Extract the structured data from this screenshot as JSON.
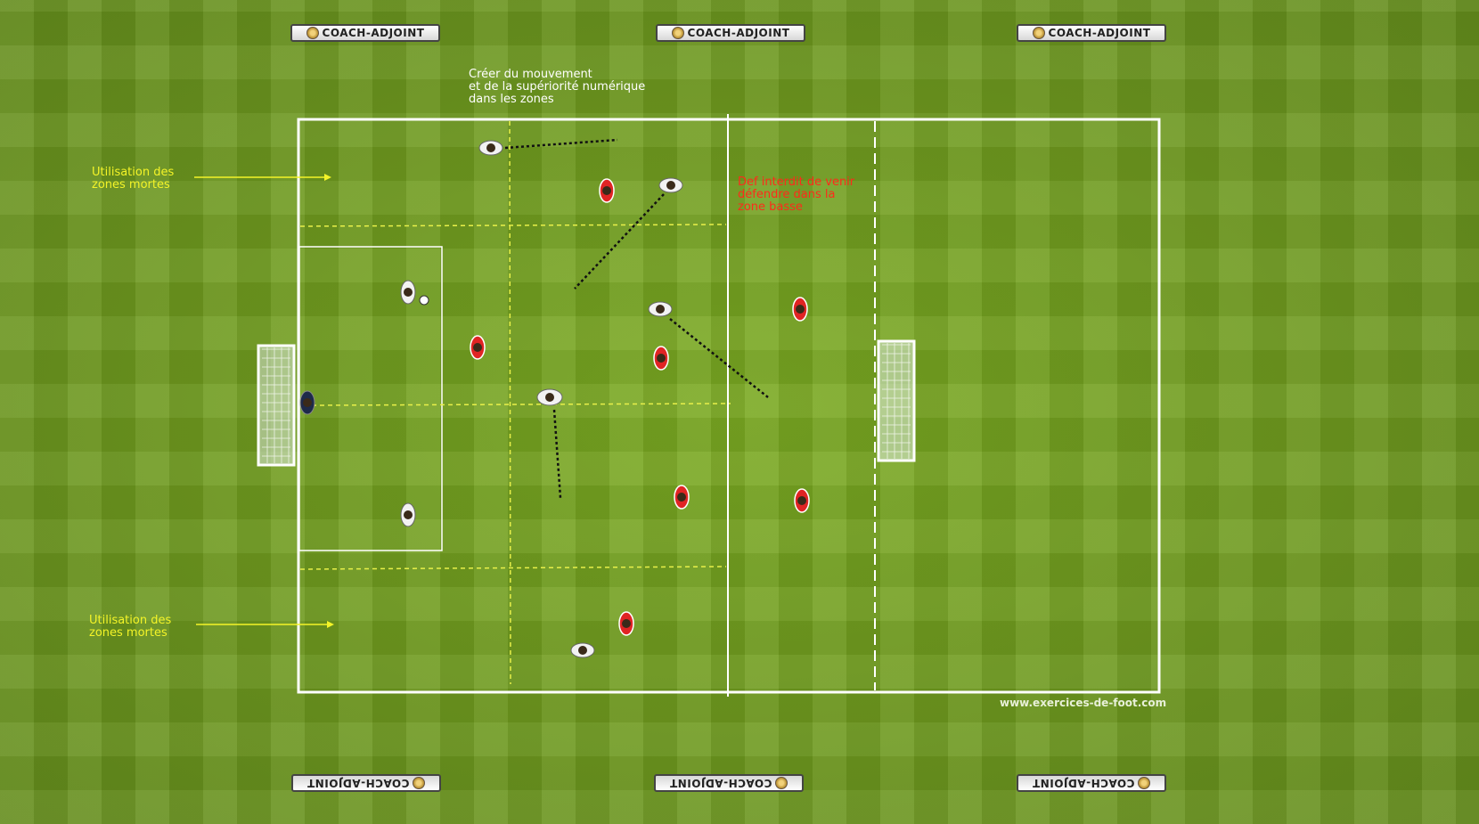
{
  "banners": {
    "text": "COACH-ADJOINT"
  },
  "annotations": {
    "top_center": "Créer du mouvement\net de la supériorité numérique\ndans les zones",
    "dead_zones_top": "Utilisation des\nzones mortes",
    "dead_zones_bottom": "Utilisation des\nzones mortes",
    "defender_rule": "Def interdit de venir\ndéfendre dans la\n zone basse"
  },
  "credit": "www.exercices-de-foot.com",
  "colors": {
    "pitch": "#72a020",
    "lines": "#ffffff",
    "zone_lines": "#e8f04a",
    "annotation_yellow": "#f4f428",
    "annotation_red": "#ff2a1a",
    "annotation_white": "#ffffff",
    "team_white": "#f2f2f2",
    "team_red": "#e02424",
    "goalkeeper": "#1e2a4a"
  },
  "players": {
    "white": [
      "field-player",
      "field-player",
      "field-player",
      "field-player",
      "field-player",
      "field-player",
      "field-player"
    ],
    "red": [
      "field-player",
      "field-player",
      "field-player",
      "field-player",
      "field-player",
      "field-player",
      "field-player"
    ],
    "goalkeeper": "goalkeeper"
  }
}
